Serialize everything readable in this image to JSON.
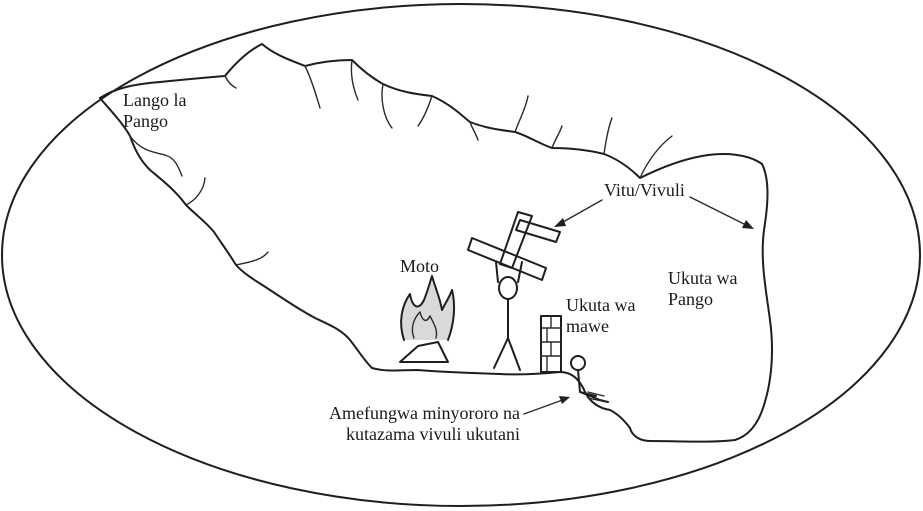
{
  "labels": {
    "entrance_line1": "Lango la",
    "entrance_line2": "Pango",
    "fire": "Moto",
    "objects_shadows": "Vitu/Vivuli",
    "cave_wall_line1": "Ukuta wa",
    "cave_wall_line2": "Pango",
    "stone_wall_line1": "Ukuta wa",
    "stone_wall_line2": "mawe",
    "prisoner_line1": "Amefungwa minyororo na",
    "prisoner_line2": "kutazama vivuli ukutani"
  },
  "colors": {
    "ink": "#1f1f1f",
    "background": "#ffffff",
    "flame_shade": "#c8c8c8"
  }
}
